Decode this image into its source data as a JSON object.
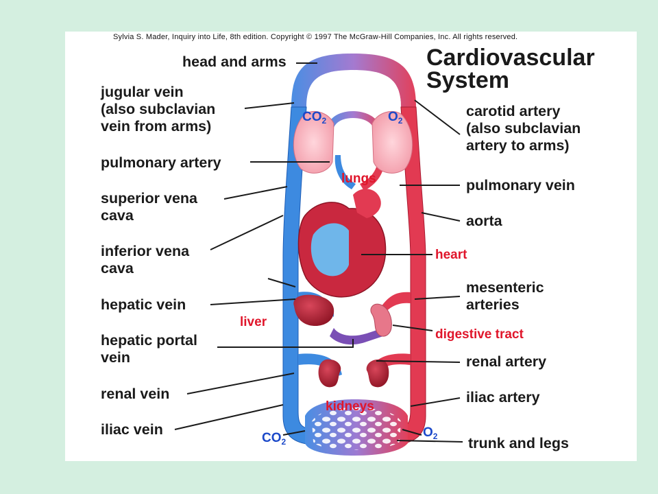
{
  "credit": "Sylvia S. Mader, Inquiry into Life, 8th edition. Copyright © 1997 The McGraw-Hill Companies, Inc. All rights reserved.",
  "title_line1": "Cardiovascular",
  "title_line2": "System",
  "left_labels": {
    "head_and_arms": "head and arms",
    "jugular_1": "jugular vein",
    "jugular_2": "(also subclavian",
    "jugular_3": "vein from arms)",
    "pulmonary_artery": "pulmonary artery",
    "svc_1": "superior vena",
    "svc_2": "cava",
    "ivc_1": "inferior vena",
    "ivc_2": "cava",
    "hepatic_vein": "hepatic vein",
    "hpv_1": "hepatic portal",
    "hpv_2": "vein",
    "renal_vein": "renal vein",
    "iliac_vein": "iliac vein"
  },
  "right_labels": {
    "carotid_1": "carotid artery",
    "carotid_2": "(also subclavian",
    "carotid_3": "artery to arms)",
    "pulmonary_vein": "pulmonary vein",
    "aorta": "aorta",
    "mesenteric_1": "mesenteric",
    "mesenteric_2": "arteries",
    "renal_artery": "renal artery",
    "iliac_artery": "iliac artery",
    "trunk_and_legs": "trunk and legs"
  },
  "organ_labels": {
    "lungs": "lungs",
    "heart": "heart",
    "liver": "liver",
    "digestive_tract": "digestive tract",
    "kidneys": "kidneys"
  },
  "gas_labels": {
    "co2_top": "CO",
    "o2_top": "O",
    "co2_bottom": "CO",
    "o2_bottom": "O",
    "sub2": "2"
  },
  "colors": {
    "background": "#d4efe0",
    "vein_blue": "#3d8ae0",
    "artery_red": "#e23a52",
    "label_red": "#e0162b",
    "gas_blue": "#1c49c9"
  }
}
